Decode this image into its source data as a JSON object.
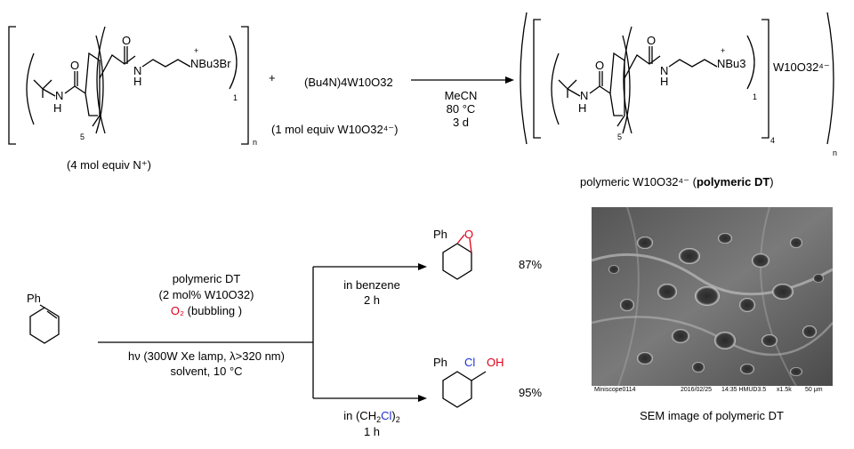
{
  "top_reaction": {
    "reagent_monomer_N": "N",
    "reagent_monomer_H": "H",
    "reagent_monomer_O": "O",
    "reagent_monomer_N2": "N",
    "reagent_monomer_H2": "H",
    "reagent_monomer_O2": "O",
    "reagent_ammonium": "NBu3Br",
    "reagent_plus_charge": "+",
    "subscript_5": "5",
    "subscript_1": "1",
    "subscript_n": "n",
    "reagent_note": "(4 mol equiv N⁺)",
    "plus_sign": "+",
    "decatungstate": "(Bu4N)4W10O32",
    "decatungstate_note": "(1 mol equiv W10O32⁴⁻)",
    "conditions": [
      "MeCN",
      "80 °C",
      "3 d"
    ],
    "product_ammonium": "NBu3",
    "product_anion": "W10O32⁴⁻",
    "product_subscript_4": "4",
    "product_caption_prefix": "polymeric W10O32⁴⁻ (",
    "product_caption_bold": "polymeric DT",
    "product_caption_suffix": ")"
  },
  "bottom_reaction": {
    "substrate_label": "Ph",
    "conditions_upper": [
      "polymeric DT",
      "(2 mol% W10O32)",
      "O2 (bubbling )"
    ],
    "conditions_lower": [
      "hν (300W Xe lamp, λ>320 nm)",
      "solvent, 10 °C"
    ],
    "branch_top": [
      "in benzene",
      "2 h"
    ],
    "branch_bottom": [
      "in (CH2Cl)2",
      "1 h"
    ],
    "product_top_ph": "Ph",
    "product_top_o": "O",
    "product_top_yield": "87%",
    "product_bottom_ph": "Ph",
    "product_bottom_cl": "Cl",
    "product_bottom_oh": "OH",
    "product_bottom_yield": "95%"
  },
  "sem_image": {
    "left_text": "Miniscope0114",
    "date": "2016/02/25",
    "time_meta": "14:35 HMUD3.5",
    "magnification": "x1.5k",
    "scale": "50 μm",
    "caption": "SEM image of polymeric DT"
  },
  "colors": {
    "red": "#e0001b",
    "blue": "#1a2fd6"
  }
}
